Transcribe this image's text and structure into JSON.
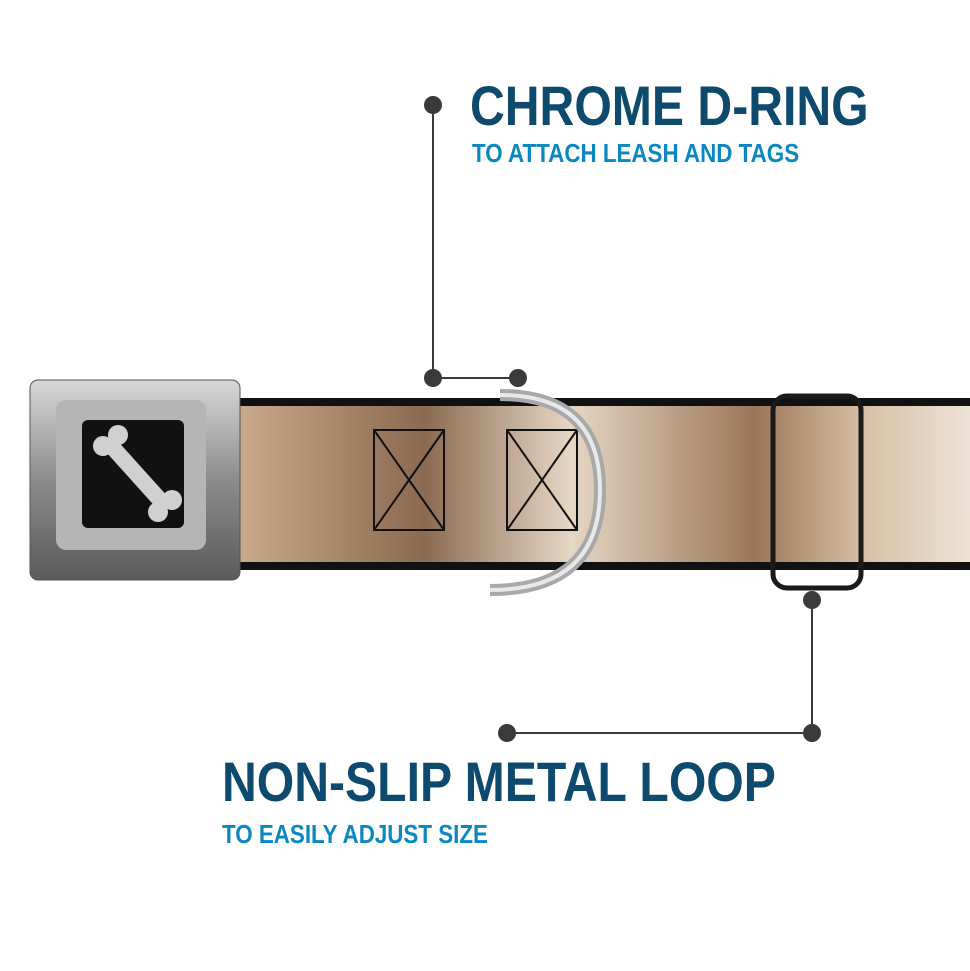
{
  "callouts": [
    {
      "title": "CHROME D-RING",
      "subtitle": "TO ATTACH LEASH AND TAGS"
    },
    {
      "title": "NON-SLIP METAL LOOP",
      "subtitle": "TO EASILY ADJUST SIZE"
    }
  ],
  "colors": {
    "title": "#0d4a6e",
    "subtitle": "#0b87c1",
    "leader": "#3a3a3a"
  }
}
